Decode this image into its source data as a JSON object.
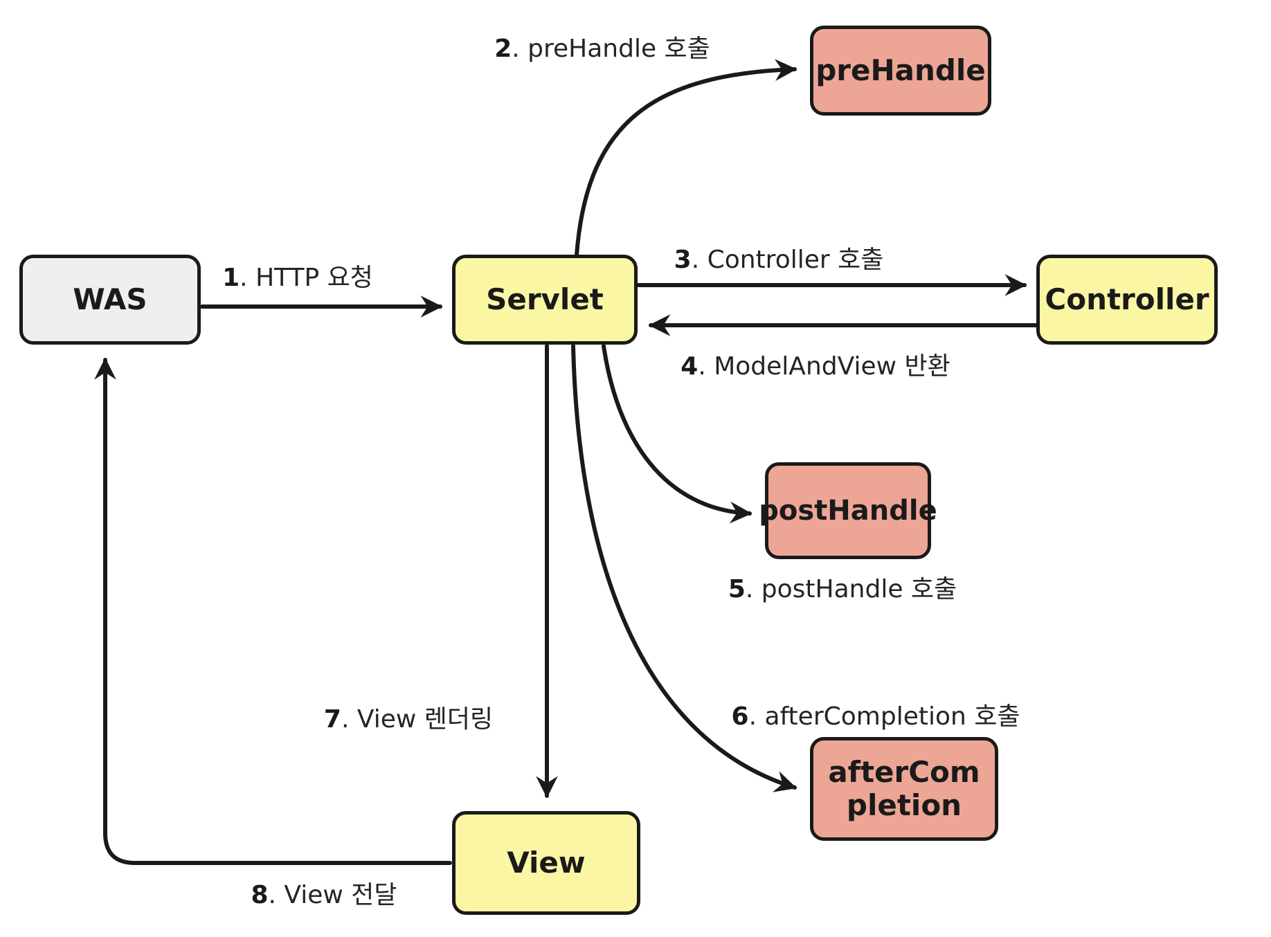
{
  "colors": {
    "ink": "#1a1a1a",
    "yellow": "#faf6a3",
    "salmon": "#eda695",
    "gray": "#efefef"
  },
  "nodes": {
    "was": {
      "label": "WAS"
    },
    "servlet": {
      "label": "Servlet"
    },
    "controller": {
      "label": "Controller"
    },
    "prehandle": {
      "label": "preHandle"
    },
    "posthandle": {
      "label": "postHandle"
    },
    "aftercompletion": {
      "label": "afterCompletion"
    },
    "view": {
      "label": "View"
    }
  },
  "edges": [
    {
      "num": "1",
      "text": ". HTTP 요청"
    },
    {
      "num": "2",
      "text": ". preHandle 호출"
    },
    {
      "num": "3",
      "text": ". Controller 호출"
    },
    {
      "num": "4",
      "text": ". ModelAndView 반환"
    },
    {
      "num": "5",
      "text": ". postHandle 호출"
    },
    {
      "num": "6",
      "text": ". afterCompletion 호출"
    },
    {
      "num": "7",
      "text": ". View 렌더링"
    },
    {
      "num": "8",
      "text": ". View 전달"
    }
  ]
}
